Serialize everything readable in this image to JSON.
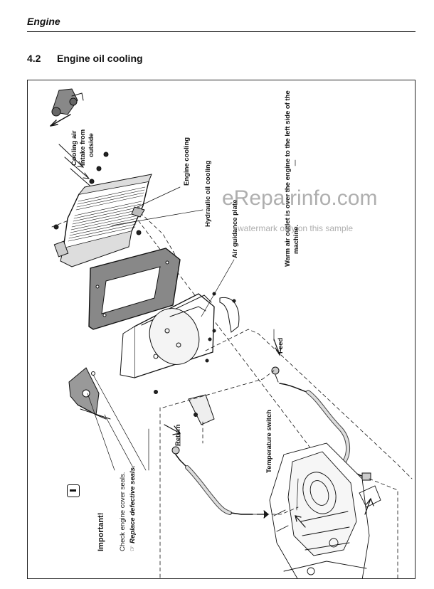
{
  "header": {
    "title": "Engine"
  },
  "section": {
    "number": "4.2",
    "title": "Engine oil cooling"
  },
  "labels": {
    "cooling_air": "Cooling air",
    "intake_from": "intake from",
    "outside": "outside",
    "engine_cooling": "Engine cooling",
    "hydraulic_oil_cooling": "Hydraulic oil cooling",
    "air_guidance_plate": "Air guidance plate",
    "warm_air_line1": "Warm air outlet is over the engine to the left side of the",
    "warm_air_line2": "machine.",
    "feed": "Feed",
    "return": "Return",
    "temperature_switch": "Temperature switch"
  },
  "important": {
    "title": "Important!",
    "line1": "Check engine cover seals.",
    "line2": "☞ Replace defective seals."
  },
  "watermark": {
    "big": "eRepairinfo.com",
    "small": "watermark only on this sample"
  },
  "icons": [
    "machine-orientation-icon",
    "important-info-icon"
  ]
}
